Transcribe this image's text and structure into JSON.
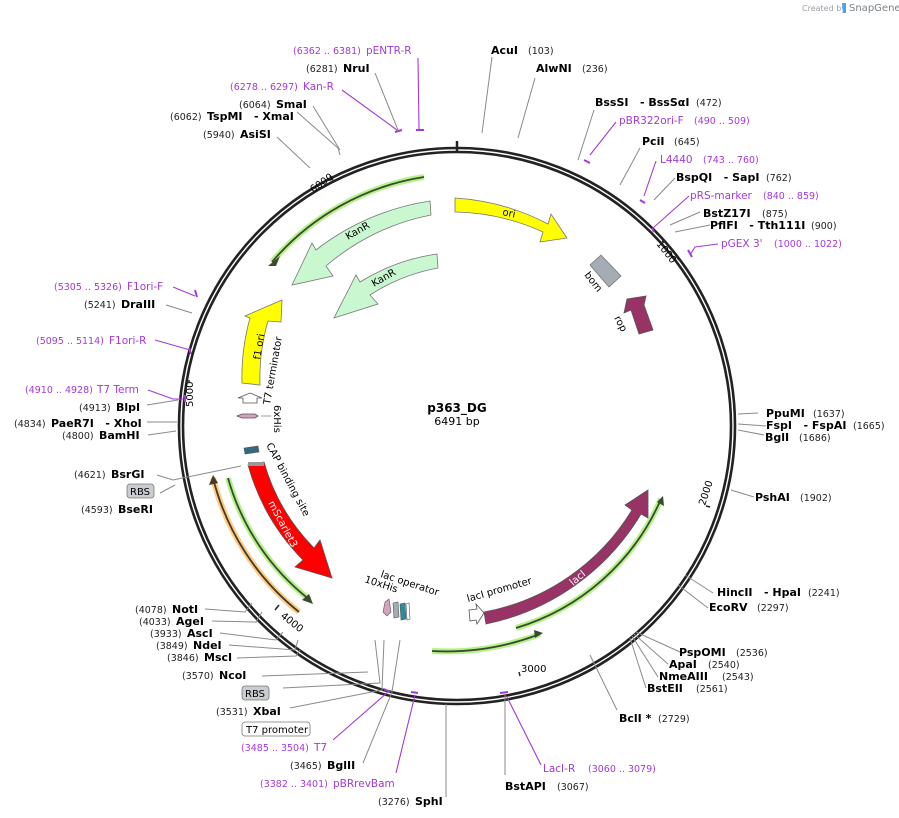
{
  "credit": {
    "prefix": "Created by",
    "brand": "SnapGene"
  },
  "plasmid": {
    "name": "p363_DG",
    "length": "6491 bp"
  },
  "ticks": [
    "1000",
    "2000",
    "3000",
    "4000",
    "5000",
    "6000"
  ],
  "sites": {
    "AcuI": {
      "name": "AcuI",
      "pos": "(103)"
    },
    "AlwNI": {
      "name": "AlwNI",
      "pos": "(236)"
    },
    "BssSI": {
      "name": "BssSI   - BssSαI",
      "pos": "(472)"
    },
    "PciI": {
      "name": "PciI",
      "pos": "(645)"
    },
    "BspQI": {
      "name": "BspQI   - SapI",
      "pos": "(762)"
    },
    "BstZ17I": {
      "name": "BstZ17I",
      "pos": "(875)"
    },
    "PflFI": {
      "name": "PflFI   - Tth111I",
      "pos": "(900)"
    },
    "PpuMI": {
      "name": "PpuMI",
      "pos": "(1637)"
    },
    "FspI": {
      "name": "FspI   - FspAI",
      "pos": "(1665)"
    },
    "BglI": {
      "name": "BglI",
      "pos": "(1686)"
    },
    "PshAI": {
      "name": "PshAI",
      "pos": "(1902)"
    },
    "HincII": {
      "name": "HincII   - HpaI",
      "pos": "(2241)"
    },
    "EcoRV": {
      "name": "EcoRV",
      "pos": "(2297)"
    },
    "PspOMI": {
      "name": "PspOMI",
      "pos": "(2536)"
    },
    "ApaI": {
      "name": "ApaI",
      "pos": "(2540)"
    },
    "NmeAIII": {
      "name": "NmeAIII",
      "pos": "(2543)"
    },
    "BstEII": {
      "name": "BstEII",
      "pos": "(2561)"
    },
    "BclI": {
      "name": "BclI *",
      "pos": "(2729)"
    },
    "BstAPI": {
      "name": "BstAPI",
      "pos": "(3067)"
    },
    "SphI": {
      "name": "SphI",
      "pos": "(3276)"
    },
    "BglII": {
      "name": "BglII",
      "pos": "(3465)"
    },
    "XbaI": {
      "name": "XbaI",
      "pos": "(3531)"
    },
    "NcoI": {
      "name": "NcoI",
      "pos": "(3570)"
    },
    "MscI": {
      "name": "MscI",
      "pos": "(3846)"
    },
    "NdeI": {
      "name": "NdeI",
      "pos": "(3849)"
    },
    "AscI": {
      "name": "AscI",
      "pos": "(3933)"
    },
    "AgeI": {
      "name": "AgeI",
      "pos": "(4033)"
    },
    "NotI": {
      "name": "NotI",
      "pos": "(4078)"
    },
    "BseRI": {
      "name": "BseRI",
      "pos": "(4593)"
    },
    "BsrGI": {
      "name": "BsrGI",
      "pos": "(4621)"
    },
    "BamHI": {
      "name": "BamHI",
      "pos": "(4800)"
    },
    "PaeR7I": {
      "name": "PaeR7I   - XhoI",
      "pos": "(4834)"
    },
    "BlpI": {
      "name": "BlpI",
      "pos": "(4913)"
    },
    "DraIII": {
      "name": "DraIII",
      "pos": "(5241)"
    },
    "AsiSI": {
      "name": "AsiSI",
      "pos": "(5940)"
    },
    "TspMI": {
      "name": "TspMI   - XmaI",
      "pos": "(6062)"
    },
    "SmaI": {
      "name": "SmaI",
      "pos": "(6064)"
    },
    "NruI": {
      "name": "NruI",
      "pos": "(6281)"
    }
  },
  "primers": {
    "pBR322ori_F": {
      "name": "pBR322ori-F",
      "pos": "(490 .. 509)"
    },
    "L4440": {
      "name": "L4440",
      "pos": "(743 .. 760)"
    },
    "pRS_marker": {
      "name": "pRS-marker",
      "pos": "(840 .. 859)"
    },
    "pGEX3": {
      "name": "pGEX 3'",
      "pos": "(1000 .. 1022)"
    },
    "LacI_R": {
      "name": "LacI-R",
      "pos": "(3060 .. 3079)"
    },
    "pBRrevBam": {
      "name": "pBRrevBam",
      "pos": "(3382 .. 3401)"
    },
    "T7": {
      "name": "T7",
      "pos": "(3485 .. 3504)"
    },
    "T7_Term": {
      "name": "T7 Term",
      "pos": "(4910 .. 4928)"
    },
    "F1ori_R": {
      "name": "F1ori-R",
      "pos": "(5095 .. 5114)"
    },
    "F1ori_F": {
      "name": "F1ori-F",
      "pos": "(5305 .. 5326)"
    },
    "Kan_R": {
      "name": "Kan-R",
      "pos": "(6278 .. 6297)"
    },
    "pENTR_R": {
      "name": "pENTR-R",
      "pos": "(6362 .. 6381)"
    }
  },
  "boxed_labels": {
    "RBS_left": "RBS",
    "RBS_bottom": "RBS",
    "T7_promoter": "T7 promoter"
  },
  "features": {
    "ori": "ori",
    "bom": "bom",
    "rop": "rop",
    "KanR_1": "KanR",
    "KanR_2": "KanR",
    "f1_ori": "f1 ori",
    "T7_terminator": "T7 terminator",
    "6xHis": "6xHis",
    "CAP_binding_site": "CAP binding site",
    "mScarlet3": "mScarlet3",
    "lac_operator": "lac operator",
    "10xHis": "10xHis",
    "lacI_promoter": "lacI promoter",
    "lacI": "lacI"
  },
  "colors": {
    "ori": "#ffff00",
    "KanR": "#c8f7d0",
    "rop": "#993366",
    "lacI": "#993366",
    "mScarlet3": "#ff0000",
    "bom": "#a6acb3",
    "primer": "#a23ad8",
    "orf_highlight_green": "#b6f28a",
    "orf_highlight_orange": "#ffcc88"
  }
}
